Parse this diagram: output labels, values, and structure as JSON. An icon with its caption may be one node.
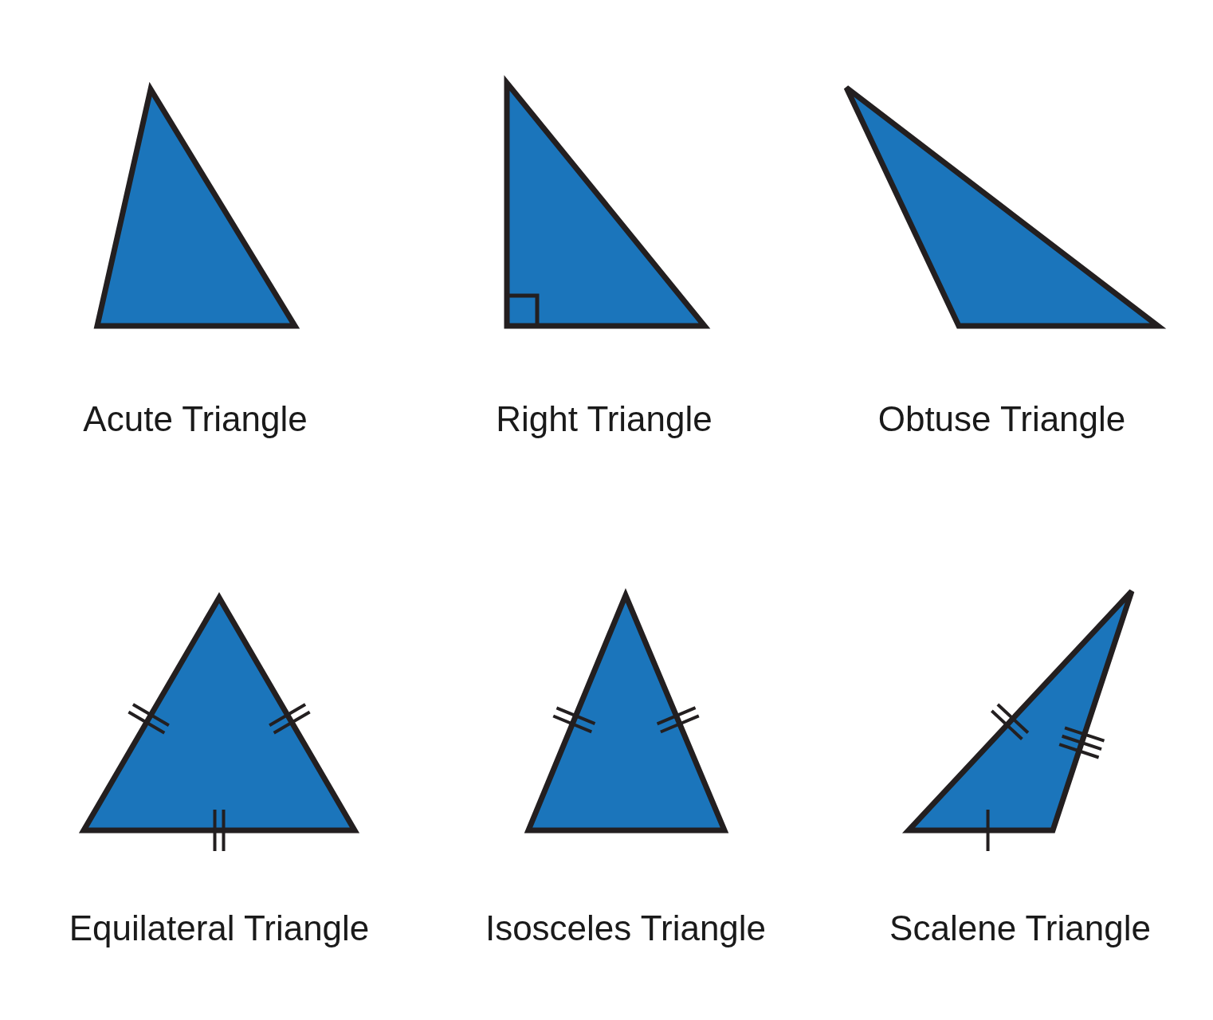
{
  "diagram": {
    "nodes": [
      {
        "text": [
          "Acute Triangle"
        ]
      },
      {
        "text": [
          "Right Triangle"
        ]
      },
      {
        "text": [
          "Obtuse Triangle"
        ]
      },
      {
        "text": [
          "Equilateral Triangle"
        ]
      },
      {
        "text": [
          "Isosceles Triangle"
        ]
      },
      {
        "text": [
          "Scalene Triangle"
        ]
      }
    ]
  }
}
